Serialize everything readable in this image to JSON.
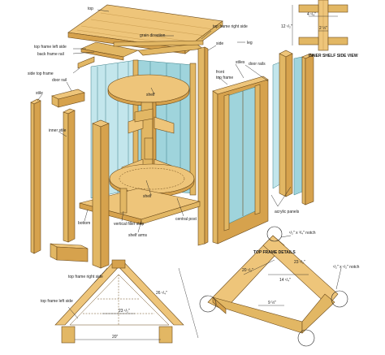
{
  "labels": {
    "top": "top",
    "grain_direction": "grain direction",
    "top_frame_right_side": "top frame right side",
    "top_frame_left_side": "top frame left side",
    "back_frame_rail": "back frame rail",
    "side_top_frame": "side top frame",
    "side": "side",
    "leg": "leg",
    "door_rails": "door rails",
    "stiles": "stiles",
    "front": "front",
    "top_frame": "top frame",
    "door_rail": "door rail",
    "shelf_upper": "shelf",
    "stile": "stile",
    "inner_stile": "inner stile",
    "shelf_lower": "shelf",
    "bottom": "bottom",
    "vertical_filler_strip": "vertical filler strip",
    "shelf_arms": "shelf arms",
    "central_post": "central post",
    "acrylic_panels": "acrylic panels",
    "inner_shelf_side_view": "INNER SHELF SIDE VIEW",
    "top_frame_details": "TOP FRAME DETAILS",
    "notch_a": "¹/₂\" x ³/₄\" notch",
    "notch_b": "¹/₂\" x ¹/₂\" notch",
    "top_frame_right_side_detail": "top frame right side",
    "top_frame_left_side_detail": "top frame left side"
  },
  "dimensions": {
    "side_view_width": "4 ¹/₄\"",
    "side_view_height": "12 ¹/₂\"",
    "side_view_inner": "2 ½\"",
    "frame_left_len": "20 ¹/₂\"",
    "frame_right_len": "23 ¹/₂\"",
    "frame_inner": "14 ¹/₄\"",
    "frame_bottom": "9 ½\"",
    "detail_side": "26 ¹/₄\"",
    "detail_inner": "23 ¹/₂\"",
    "detail_base": "20\""
  }
}
